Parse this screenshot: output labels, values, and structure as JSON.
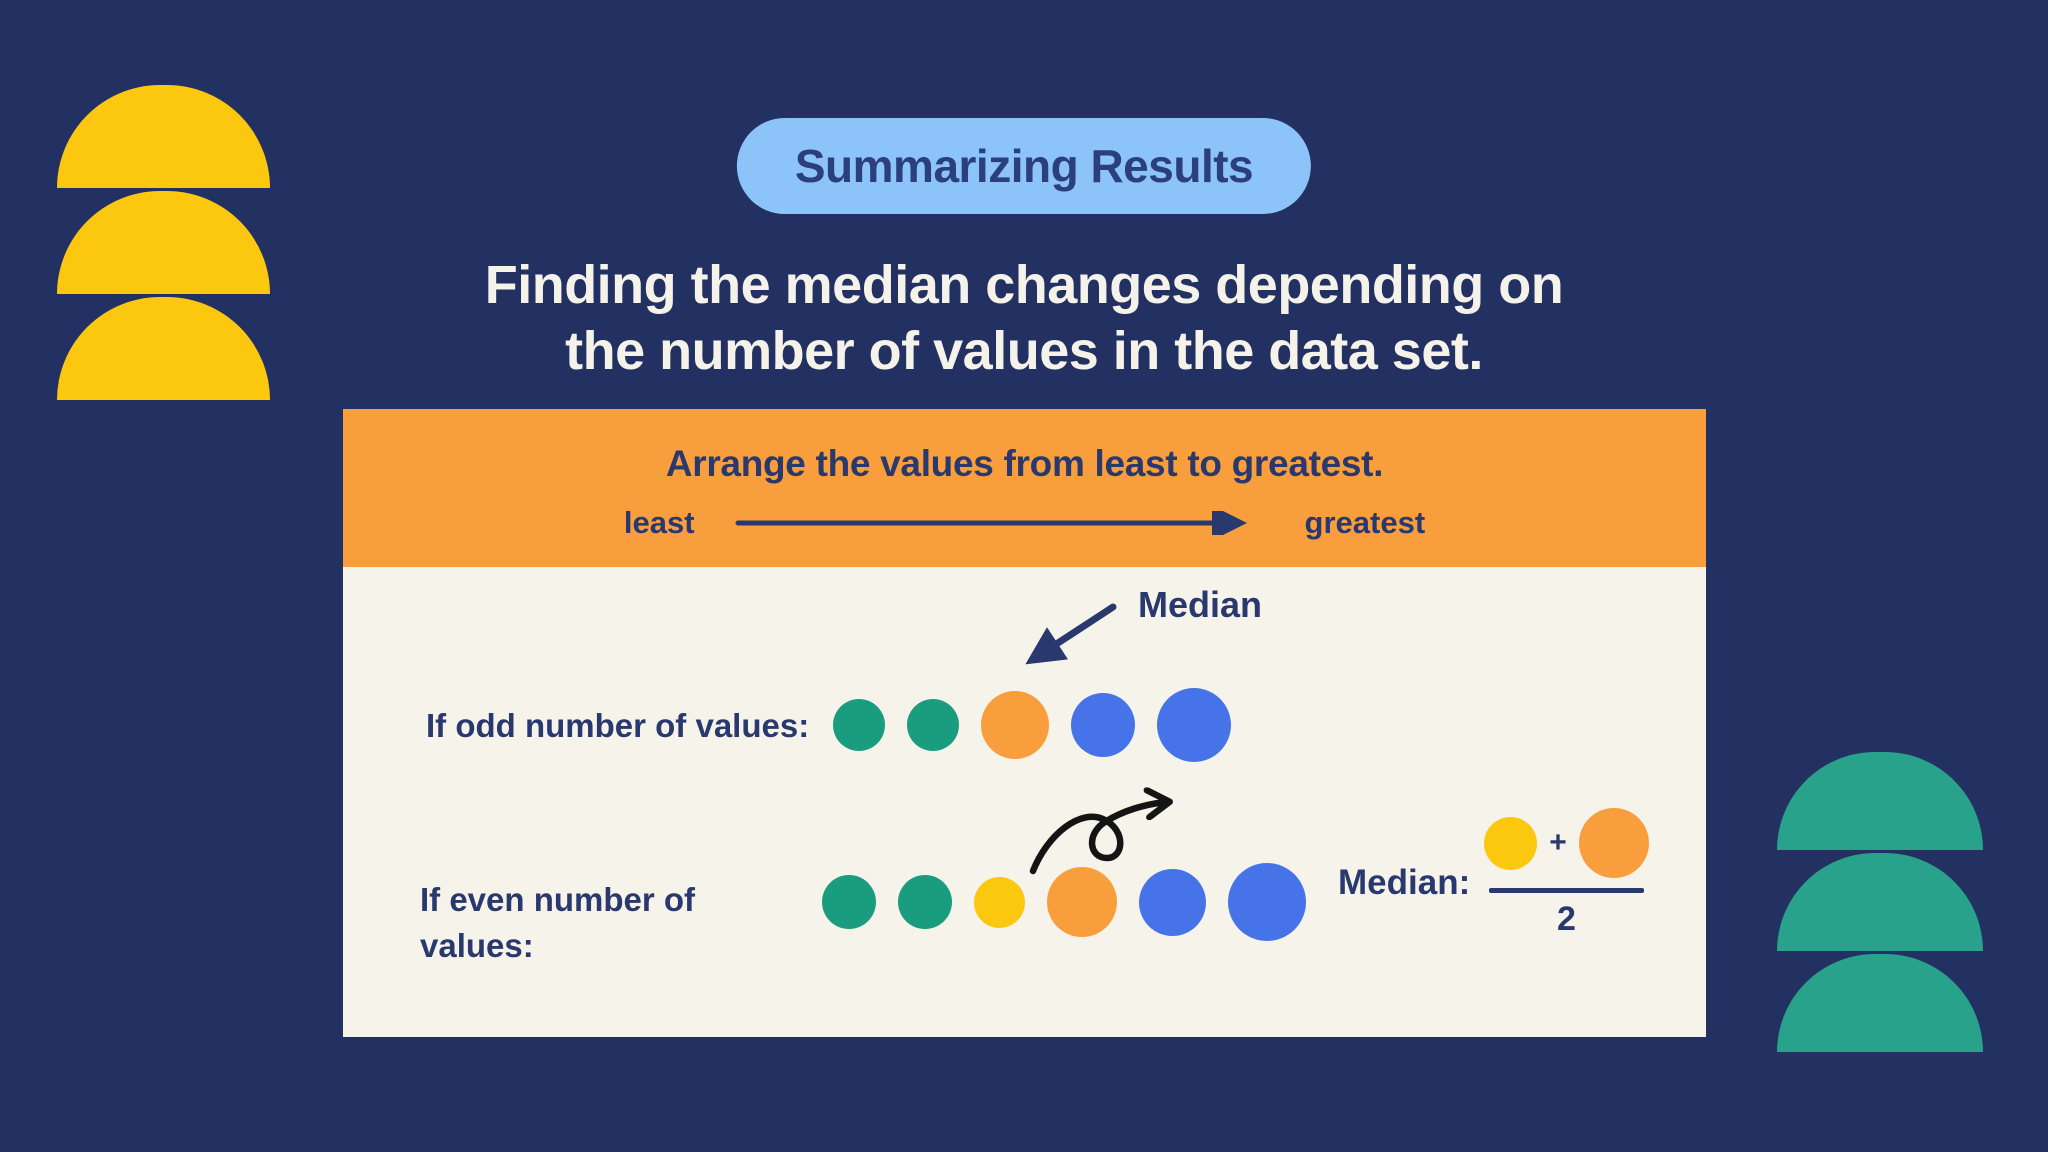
{
  "palette": {
    "navy-bg": "#233162",
    "cream": "#f6f3ea",
    "orange": "#f99e3d",
    "light-blue": "#8cc3f8",
    "navy": "#29396e",
    "white": "#f5f2e9",
    "teal": "#1a9d7f",
    "teal-deco": "#28a28a",
    "blue": "#4674e8",
    "yellow": "#fbc70f",
    "ink": "#141414"
  },
  "badge": {
    "label": "Summarizing Results"
  },
  "heading": {
    "line1": "Finding the median changes depending on",
    "line2": "the number of values in the data set."
  },
  "card": {
    "header": {
      "title": "Arrange the values from least to greatest.",
      "left_label": "least",
      "right_label": "greatest"
    },
    "odd_section": {
      "label": "If odd number of values:",
      "median_label": "Median",
      "circles": [
        {
          "color": "teal",
          "size": 52
        },
        {
          "color": "teal",
          "size": 52
        },
        {
          "color": "orange",
          "size": 68
        },
        {
          "color": "blue",
          "size": 64
        },
        {
          "color": "blue",
          "size": 74
        }
      ]
    },
    "even_section": {
      "label_line1": "If even number of",
      "label_line2": "values:",
      "circles": [
        {
          "color": "teal",
          "size": 54
        },
        {
          "color": "teal",
          "size": 54
        },
        {
          "color": "yellow",
          "size": 51
        },
        {
          "color": "orange",
          "size": 70
        },
        {
          "color": "blue",
          "size": 67
        },
        {
          "color": "blue",
          "size": 78
        }
      ],
      "formula": {
        "label": "Median:",
        "plus": "+",
        "denominator": "2",
        "numerator_circles": [
          {
            "color": "yellow",
            "size": 53
          },
          {
            "color": "orange",
            "size": 70
          }
        ]
      }
    }
  },
  "decorations": {
    "top_left": {
      "color": "yellow",
      "count": 3
    },
    "bottom_right": {
      "color": "teal-deco",
      "count": 3
    }
  }
}
